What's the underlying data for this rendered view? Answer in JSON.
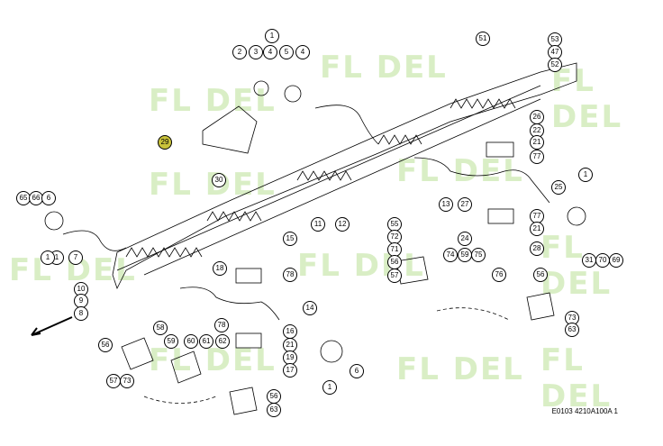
{
  "watermark": "FL DEL",
  "drawing_code": "E0103 4210A100A 1",
  "highlighted_part": "29",
  "callouts": [
    "1",
    "2",
    "3",
    "4",
    "5",
    "4",
    "51",
    "53",
    "47",
    "52",
    "29",
    "30",
    "26",
    "22",
    "21",
    "77",
    "11",
    "12",
    "13",
    "25",
    "27",
    "77",
    "21",
    "24",
    "28",
    "65",
    "66",
    "6",
    "1",
    "7",
    "1",
    "55",
    "72",
    "71",
    "74",
    "59",
    "75",
    "56",
    "57",
    "76",
    "56",
    "1",
    "31",
    "70",
    "69",
    "15",
    "18",
    "78",
    "10",
    "9",
    "8",
    "14",
    "58",
    "59",
    "60",
    "61",
    "62",
    "56",
    "57",
    "73",
    "78",
    "16",
    "21",
    "19",
    "17",
    "1",
    "6",
    "56",
    "63",
    "73",
    "63"
  ]
}
